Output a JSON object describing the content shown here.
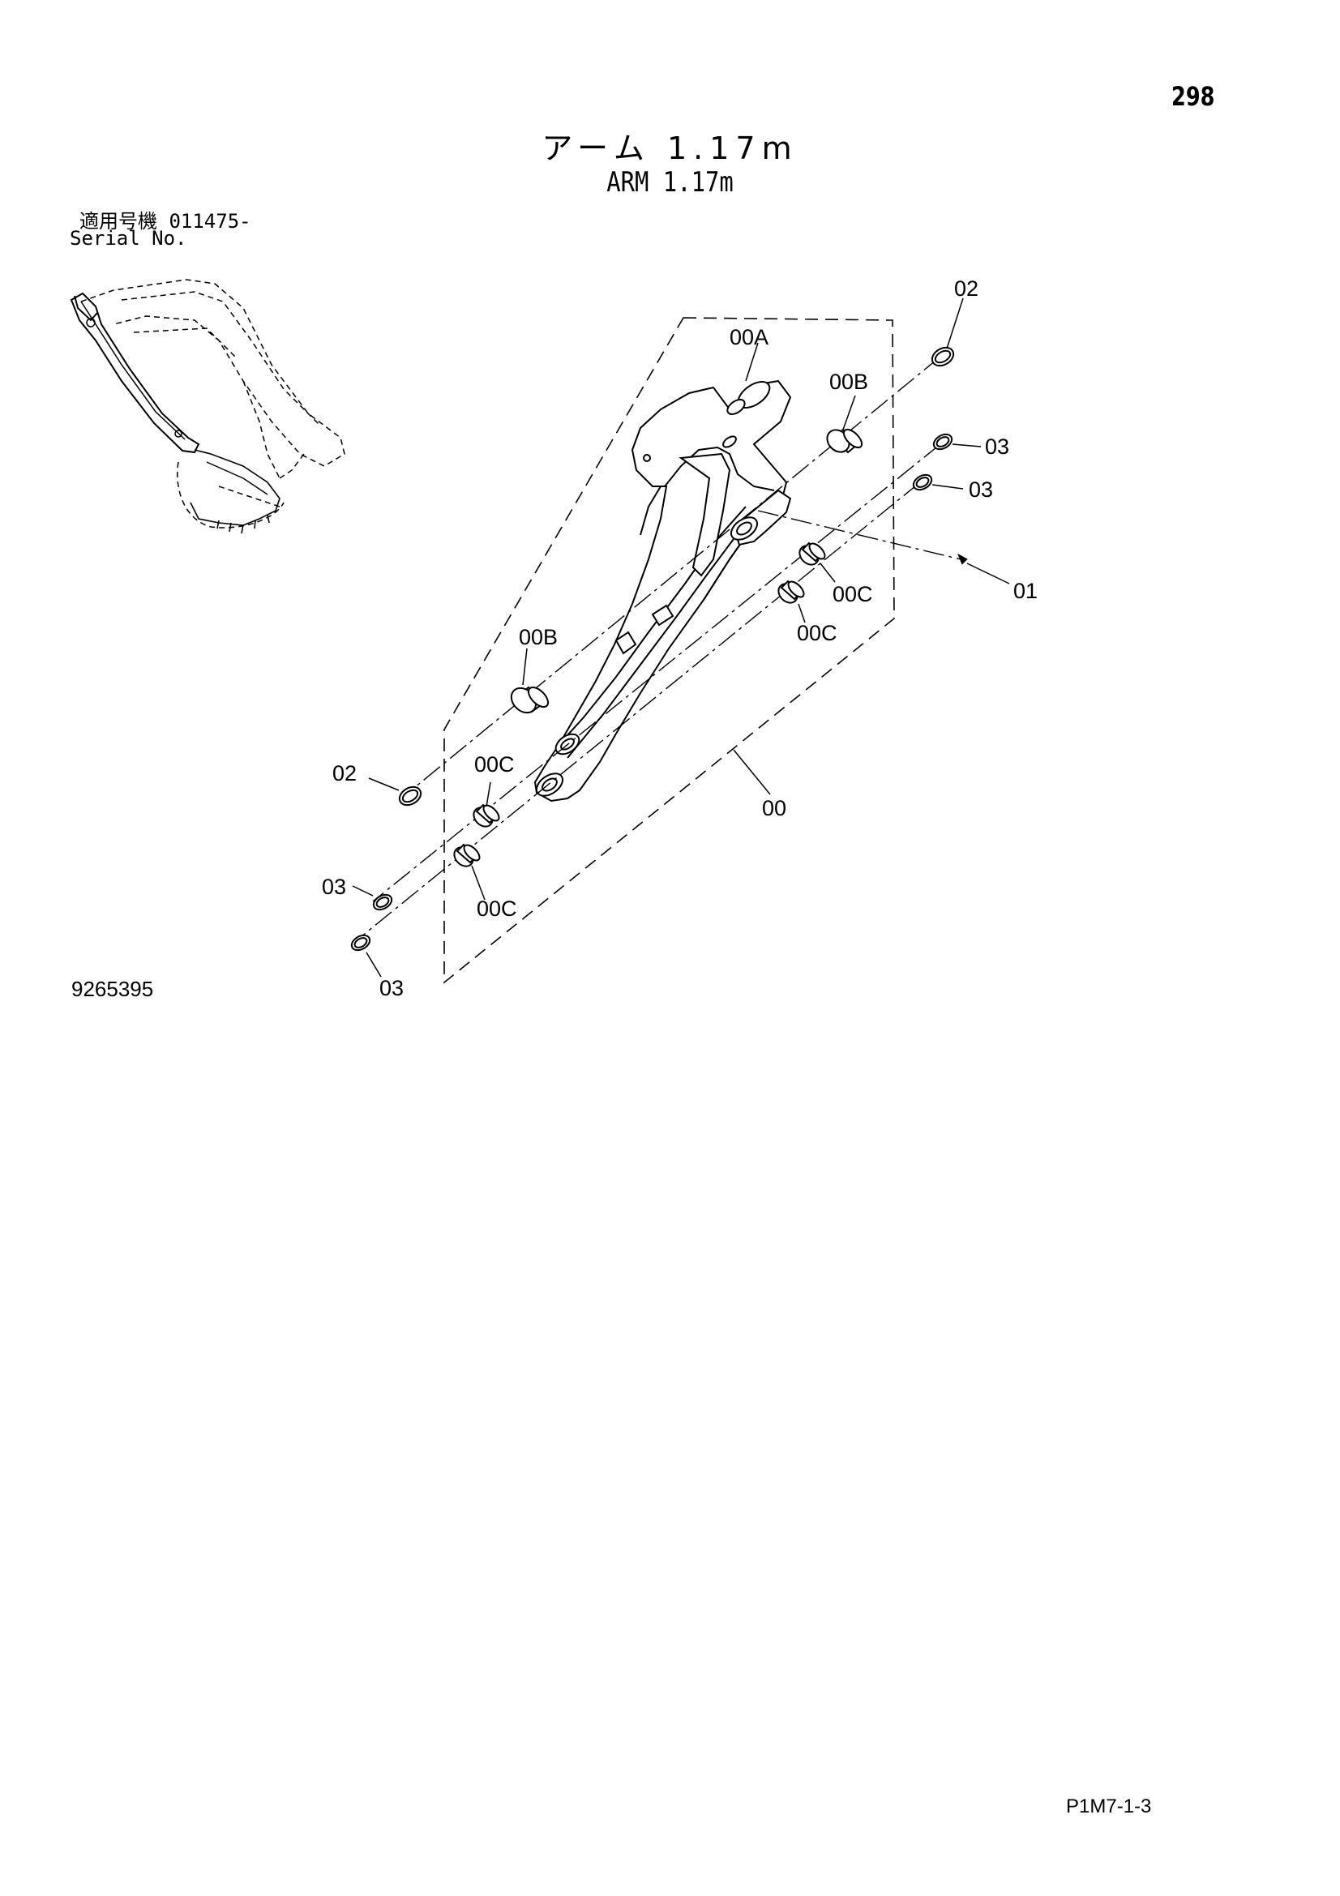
{
  "page_number": "298",
  "title_jp": "アーム 1.17m",
  "title_en": "ARM 1.17m",
  "serial_label_jp": "適用号機 011475-",
  "serial_label_en": "Serial No.",
  "figure_number": "9265395",
  "reference_code": "P1M7-1-3",
  "callouts": {
    "c02_top": "02",
    "c00A": "00A",
    "c00B_top": "00B",
    "c03_a": "03",
    "c03_b": "03",
    "c01": "01",
    "c00C_a": "00C",
    "c00C_b": "00C",
    "c00B_left": "00B",
    "c02_left": "02",
    "c00C_c": "00C",
    "c00": "00",
    "c03_c": "03",
    "c00C_d": "00C",
    "c03_d": "03"
  }
}
